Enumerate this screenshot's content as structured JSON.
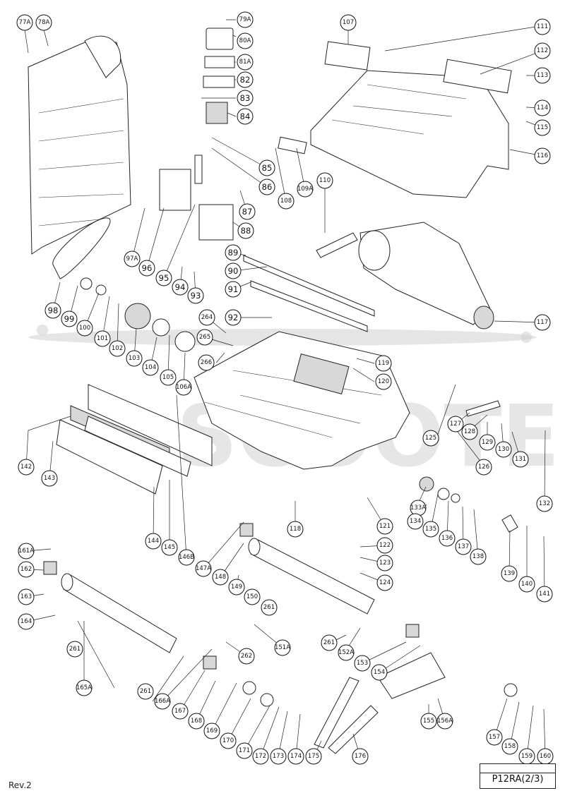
{
  "diagram": {
    "model": "P12RA(2/3)",
    "revision": "Rev.2",
    "watermark": "SCOOTER",
    "callouts": [
      "77A",
      "78A",
      "79A",
      "80A",
      "81A",
      "82",
      "83",
      "84",
      "85",
      "86",
      "87",
      "88",
      "89",
      "90",
      "91",
      "92",
      "93",
      "94",
      "95",
      "96",
      "97A",
      "98",
      "99",
      "100",
      "101",
      "102",
      "103",
      "104",
      "105",
      "106A",
      "107",
      "108",
      "109A",
      "110",
      "111",
      "112",
      "113",
      "114",
      "115",
      "116",
      "117",
      "118",
      "119",
      "120",
      "121",
      "122",
      "123",
      "124",
      "125",
      "126",
      "127",
      "128",
      "129",
      "130",
      "131",
      "132",
      "133A",
      "134",
      "135",
      "136",
      "137",
      "138",
      "139",
      "140",
      "141",
      "142",
      "143",
      "144",
      "145",
      "146B",
      "147A",
      "148",
      "149",
      "150",
      "151A",
      "152A",
      "153",
      "154",
      "155",
      "156A",
      "157",
      "158",
      "159",
      "160",
      "161A",
      "162",
      "163",
      "164",
      "165A",
      "166A",
      "167",
      "168",
      "169",
      "170",
      "171",
      "172",
      "173",
      "174",
      "175",
      "176",
      "261",
      "261",
      "261",
      "261",
      "262",
      "264",
      "265",
      "266"
    ]
  }
}
